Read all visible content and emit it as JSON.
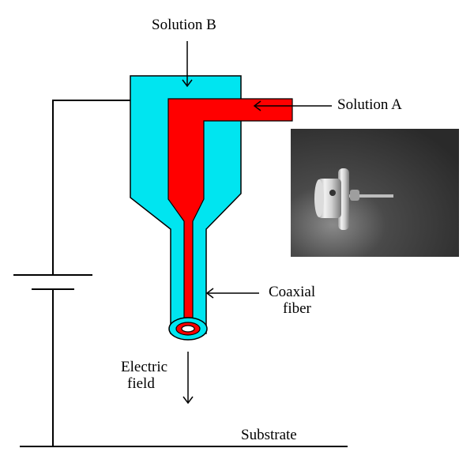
{
  "labels": {
    "solution_b": "Solution B",
    "solution_a": "Solution A",
    "coaxial_line1": "Coaxial",
    "coaxial_line2": "fiber",
    "electric_line1": "Electric",
    "electric_line2": "field",
    "substrate": "Substrate"
  },
  "colors": {
    "outer_solution": "#00e5f0",
    "inner_solution": "#ff0000",
    "line": "#000000",
    "photo_background": "#3a3a3a"
  },
  "photo": {
    "subject": "coaxial spinneret nozzle"
  }
}
